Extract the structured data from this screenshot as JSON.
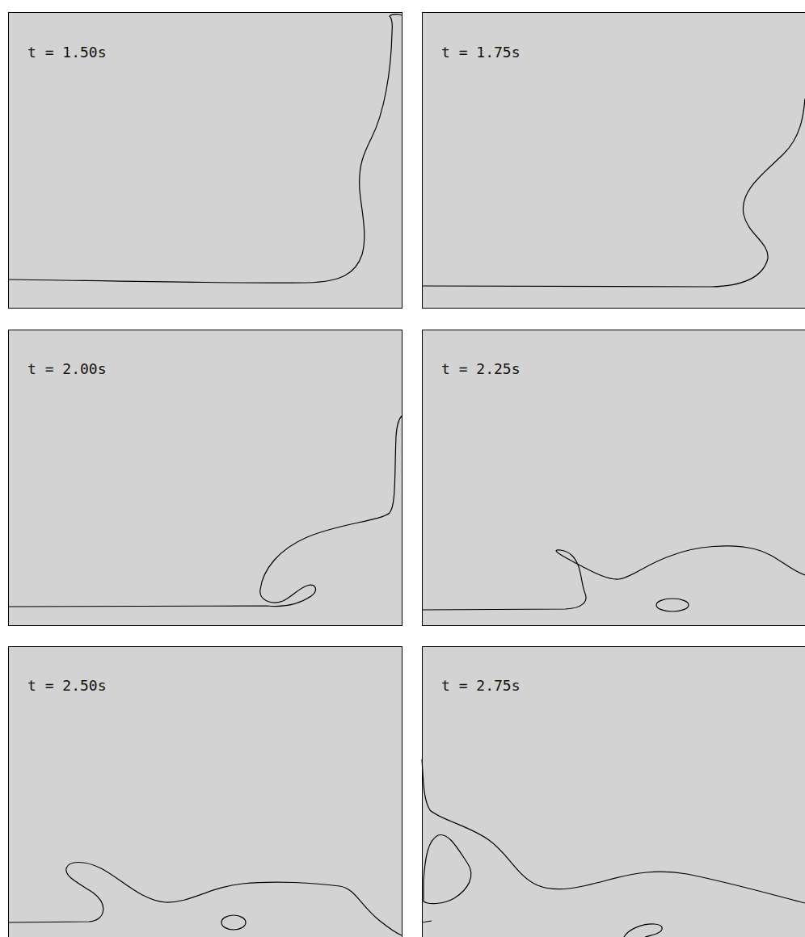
{
  "diagram": {
    "labels": [
      "t = 1.50s",
      "t = 1.75s",
      "t = 2.00s",
      "t = 2.25s",
      "t = 2.50s",
      "t = 2.75s"
    ]
  }
}
